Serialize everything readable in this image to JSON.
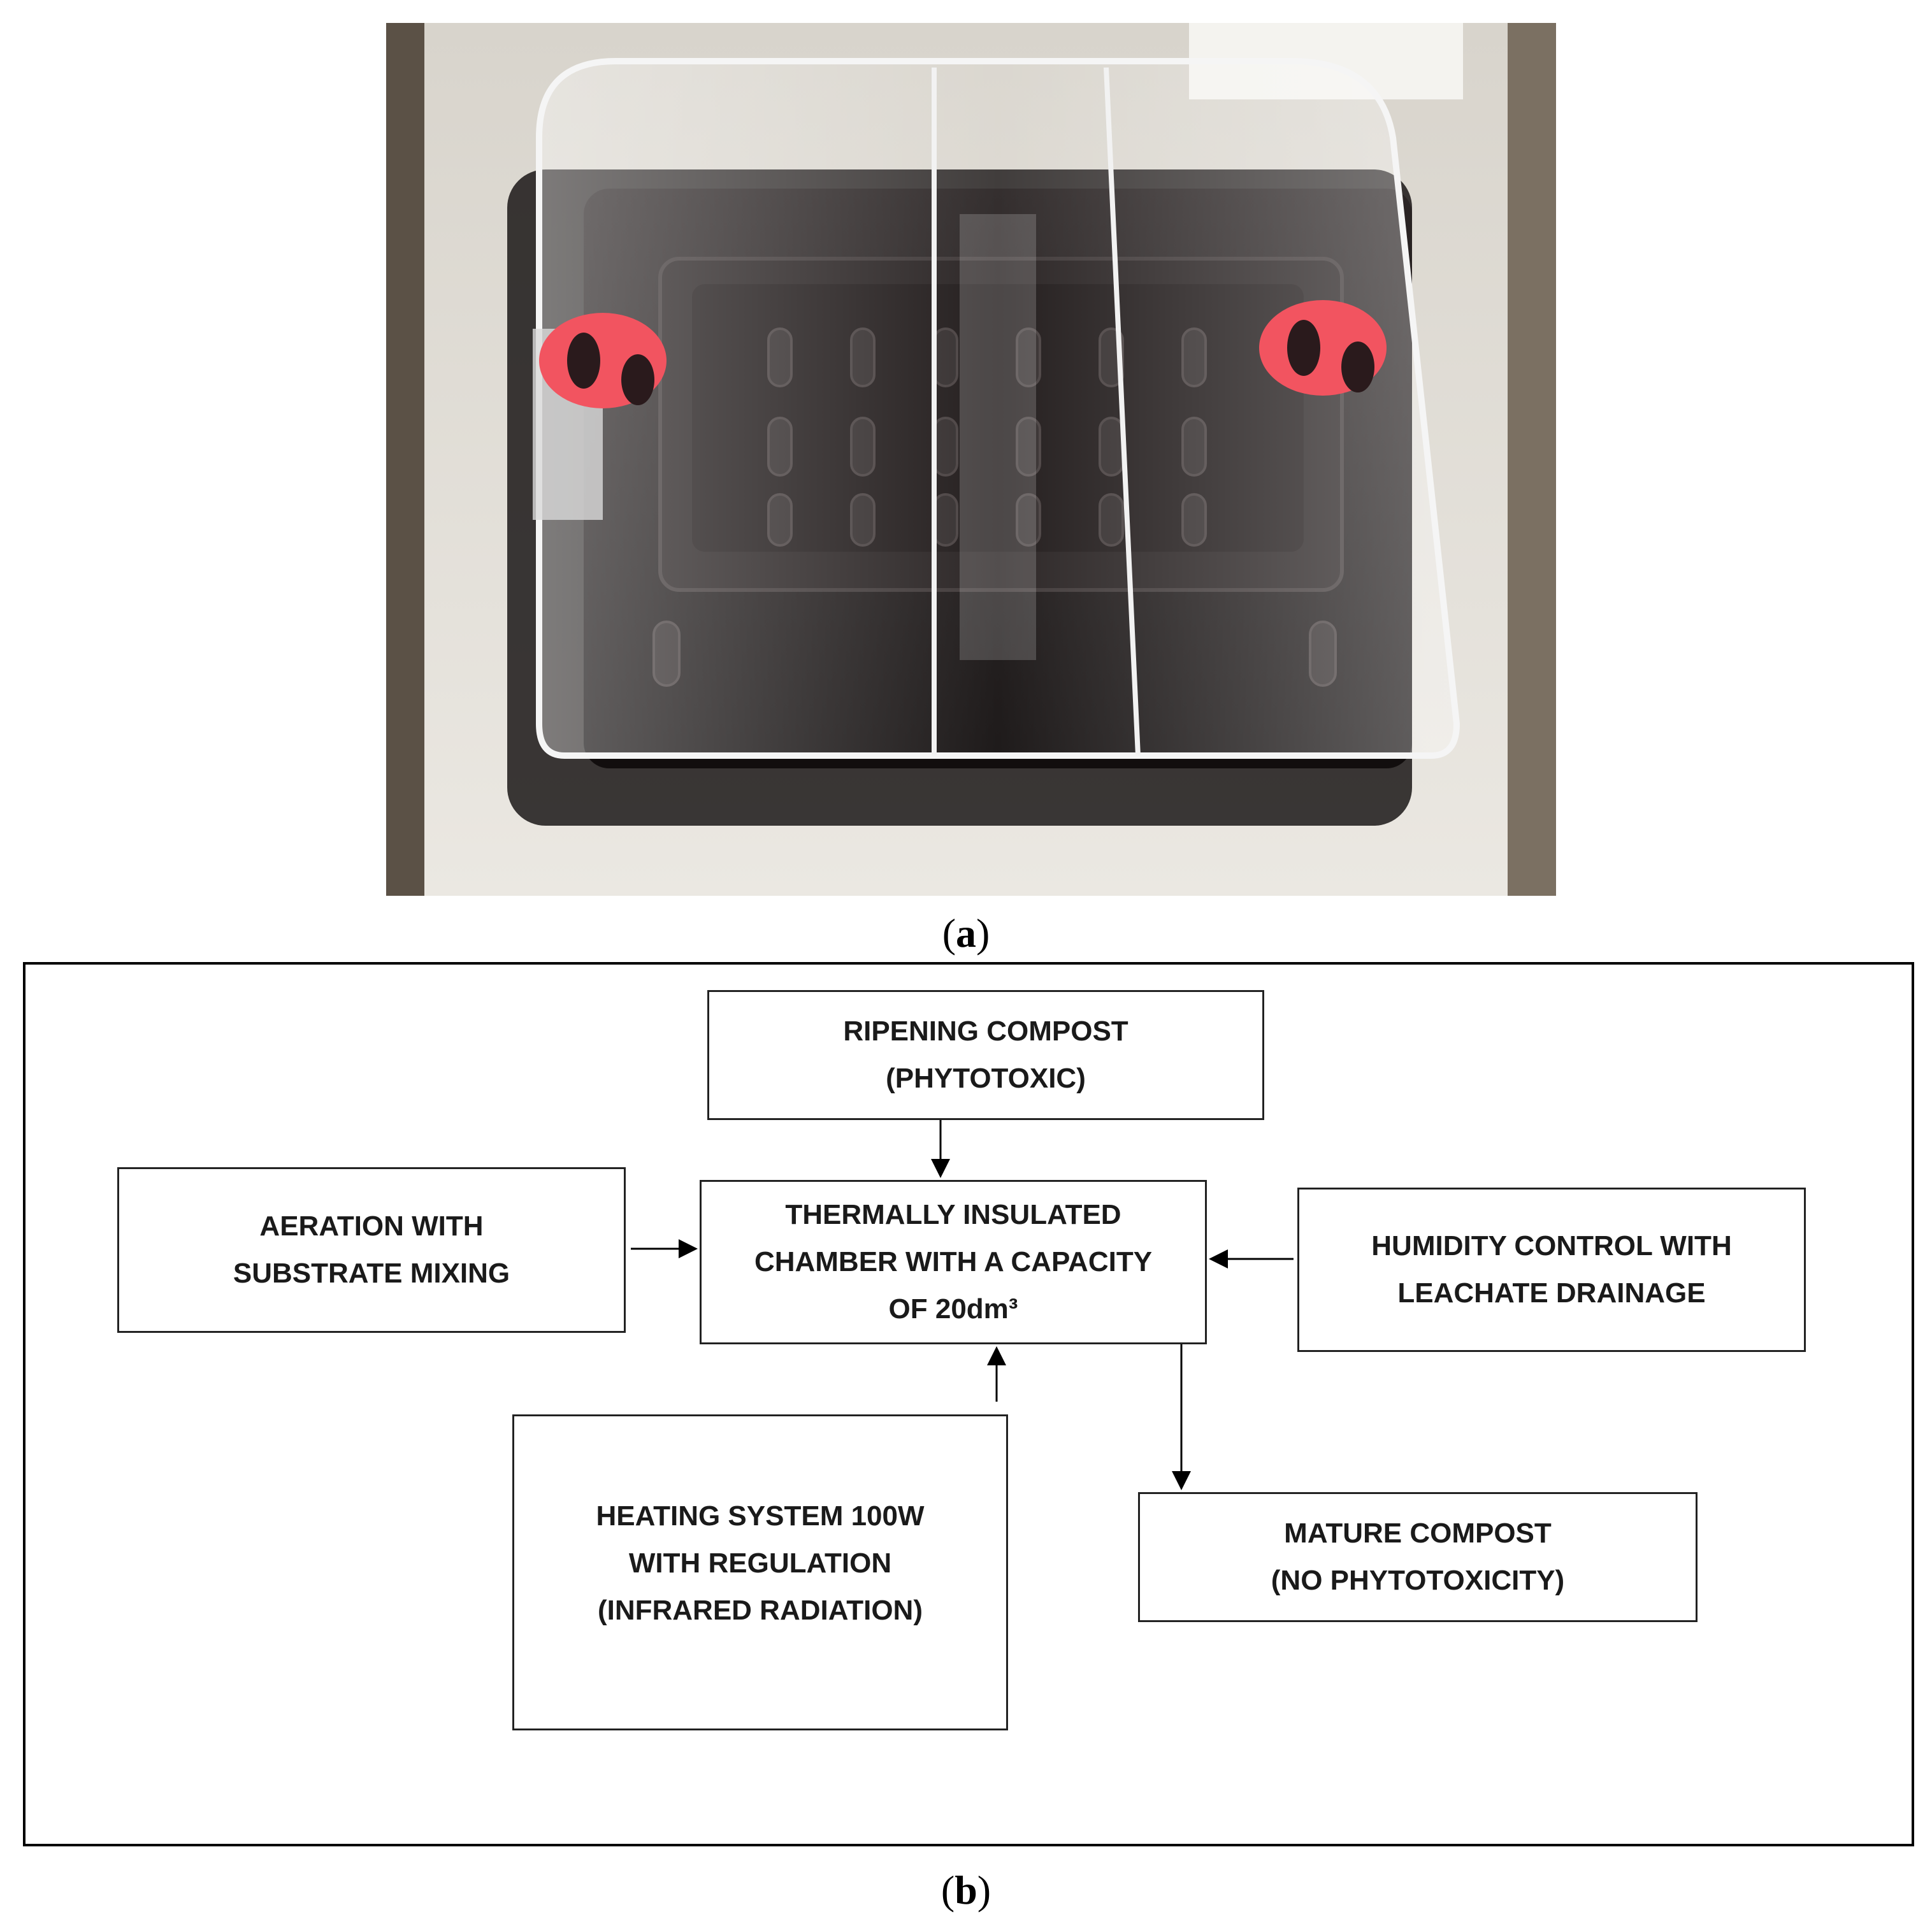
{
  "captions": {
    "a": "a",
    "b": "b"
  },
  "diagram": {
    "boxes": {
      "ripening": "RIPENING COMPOST\n(PHYTOTOXIC)",
      "chamber": "THERMALLY INSULATED\nCHAMBER WITH A CAPACITY\nOF 20dm³",
      "aeration": "AERATION WITH\nSUBSTRATE MIXING",
      "humidity": "HUMIDITY CONTROL WITH\nLEACHATE DRAINAGE",
      "heating": "HEATING SYSTEM 100W\nWITH REGULATION\n(INFRARED RADIATION)",
      "mature": "MATURE COMPOST\n(NO PHYTOTOXICITY)"
    }
  },
  "colors": {
    "lid_handles": "#f25460",
    "tray": "#1b1616",
    "bench": "#e6e2da"
  }
}
